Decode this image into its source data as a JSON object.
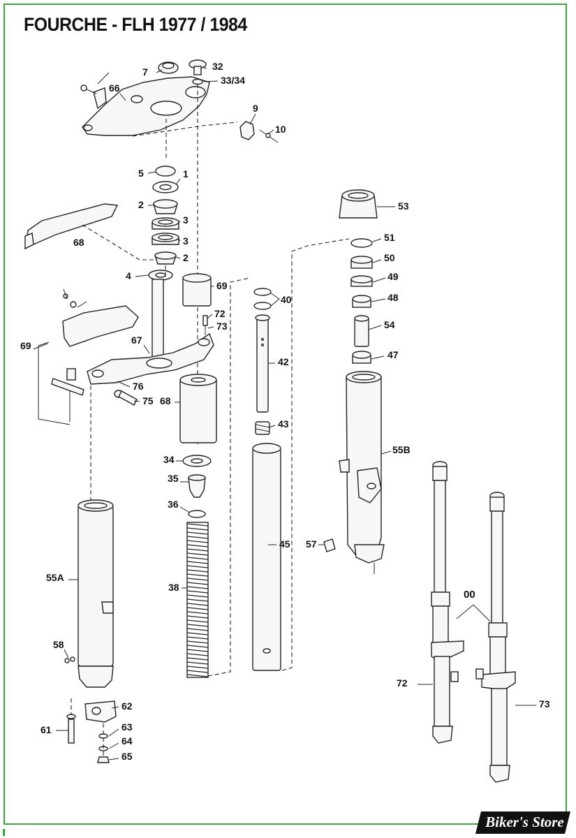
{
  "title": "FOURCHE - FLH 1977 / 1984",
  "watermark": "Biker's Store",
  "colors": {
    "frame": "#3aa33a",
    "ink": "#222222"
  },
  "parts": [
    {
      "id": "7",
      "label": "7"
    },
    {
      "id": "32",
      "label": "32"
    },
    {
      "id": "33-34",
      "label": "33/34"
    },
    {
      "id": "66",
      "label": "66"
    },
    {
      "id": "9",
      "label": "9"
    },
    {
      "id": "10",
      "label": "10"
    },
    {
      "id": "5",
      "label": "5"
    },
    {
      "id": "1",
      "label": "1"
    },
    {
      "id": "2a",
      "label": "2"
    },
    {
      "id": "3a",
      "label": "3"
    },
    {
      "id": "3b",
      "label": "3"
    },
    {
      "id": "2b",
      "label": "2"
    },
    {
      "id": "4",
      "label": "4"
    },
    {
      "id": "68a",
      "label": "68"
    },
    {
      "id": "69a",
      "label": "69"
    },
    {
      "id": "72a",
      "label": "72"
    },
    {
      "id": "73a",
      "label": "73"
    },
    {
      "id": "67",
      "label": "67"
    },
    {
      "id": "69b",
      "label": "69"
    },
    {
      "id": "76",
      "label": "76"
    },
    {
      "id": "75",
      "label": "75"
    },
    {
      "id": "68b",
      "label": "68"
    },
    {
      "id": "34",
      "label": "34"
    },
    {
      "id": "35",
      "label": "35"
    },
    {
      "id": "36",
      "label": "36"
    },
    {
      "id": "38",
      "label": "38"
    },
    {
      "id": "55A",
      "label": "55A"
    },
    {
      "id": "58",
      "label": "58"
    },
    {
      "id": "62",
      "label": "62"
    },
    {
      "id": "61",
      "label": "61"
    },
    {
      "id": "63",
      "label": "63"
    },
    {
      "id": "64",
      "label": "64"
    },
    {
      "id": "65",
      "label": "65"
    },
    {
      "id": "40",
      "label": "40"
    },
    {
      "id": "42",
      "label": "42"
    },
    {
      "id": "43",
      "label": "43"
    },
    {
      "id": "45",
      "label": "45"
    },
    {
      "id": "53",
      "label": "53"
    },
    {
      "id": "51",
      "label": "51"
    },
    {
      "id": "50",
      "label": "50"
    },
    {
      "id": "49",
      "label": "49"
    },
    {
      "id": "48",
      "label": "48"
    },
    {
      "id": "54",
      "label": "54"
    },
    {
      "id": "47",
      "label": "47"
    },
    {
      "id": "55B",
      "label": "55B"
    },
    {
      "id": "57",
      "label": "57"
    },
    {
      "id": "00",
      "label": "00"
    },
    {
      "id": "72b",
      "label": "72"
    },
    {
      "id": "73b",
      "label": "73"
    }
  ]
}
